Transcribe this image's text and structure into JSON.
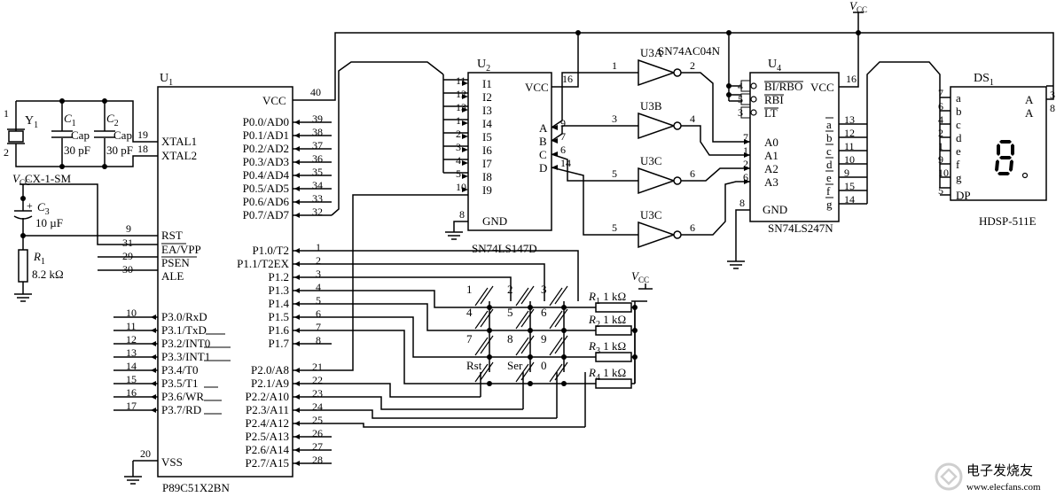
{
  "vcc_label": "V",
  "vcc_sub": "CC",
  "u1": {
    "ref": "U",
    "ref_sub": "1",
    "part": "P89C51X2BN",
    "vcc": {
      "name": "VCC",
      "pin": "40"
    },
    "xtal1": {
      "name": "XTAL1",
      "pin": "19"
    },
    "xtal2": {
      "name": "XTAL2",
      "pin": "18"
    },
    "rst": {
      "name": "RST",
      "pin": "9"
    },
    "ea": {
      "name": "EA/VPP",
      "pin": "31"
    },
    "psen": {
      "name": "PSEN",
      "pin": "29"
    },
    "ale": {
      "name": "ALE",
      "pin": "30"
    },
    "vss": {
      "name": "VSS",
      "pin": "20"
    },
    "port0": [
      {
        "name": "P0.0/AD0",
        "pin": "39"
      },
      {
        "name": "P0.1/AD1",
        "pin": "38"
      },
      {
        "name": "P0.2/AD2",
        "pin": "37"
      },
      {
        "name": "P0.3/AD3",
        "pin": "36"
      },
      {
        "name": "P0.4/AD4",
        "pin": "35"
      },
      {
        "name": "P0.5/AD5",
        "pin": "34"
      },
      {
        "name": "P0.6/AD6",
        "pin": "33"
      },
      {
        "name": "P0.7/AD7",
        "pin": "32"
      }
    ],
    "port1": [
      {
        "name": "P1.0/T2",
        "pin": "1"
      },
      {
        "name": "P1.1/T2EX",
        "pin": "2"
      },
      {
        "name": "P1.2",
        "pin": "3"
      },
      {
        "name": "P1.3",
        "pin": "4"
      },
      {
        "name": "P1.4",
        "pin": "5"
      },
      {
        "name": "P1.5",
        "pin": "6"
      },
      {
        "name": "P1.6",
        "pin": "7"
      },
      {
        "name": "P1.7",
        "pin": "8"
      }
    ],
    "port2": [
      {
        "name": "P2.0/A8",
        "pin": "21"
      },
      {
        "name": "P2.1/A9",
        "pin": "22"
      },
      {
        "name": "P2.2/A10",
        "pin": "23"
      },
      {
        "name": "P2.3/A11",
        "pin": "24"
      },
      {
        "name": "P2.4/A12",
        "pin": "25"
      },
      {
        "name": "P2.5/A13",
        "pin": "26"
      },
      {
        "name": "P2.6/A14",
        "pin": "27"
      },
      {
        "name": "P2.7/A15",
        "pin": "28"
      }
    ],
    "port3": [
      {
        "name": "P3.0/RxD",
        "pin": "10"
      },
      {
        "name": "P3.1/TxD",
        "pin": "11"
      },
      {
        "name": "P3.2/INT0",
        "pin": "12"
      },
      {
        "name": "P3.3/INT1",
        "pin": "13"
      },
      {
        "name": "P3.4/T0",
        "pin": "14"
      },
      {
        "name": "P3.5/T1",
        "pin": "15"
      },
      {
        "name": "P3.6/WR",
        "pin": "16"
      },
      {
        "name": "P3.7/RD",
        "pin": "17"
      }
    ]
  },
  "crystal": {
    "ref": "Y",
    "ref_sub": "1",
    "part": "CX-1-SM",
    "pin1": "1",
    "pin2": "2",
    "c1": {
      "ref": "C",
      "sub": "1",
      "type": "Cap",
      "value": "30 pF"
    },
    "c2": {
      "ref": "C",
      "sub": "2",
      "type": "Cap",
      "value": "30 pF"
    }
  },
  "reset": {
    "c3": {
      "ref": "C",
      "sub": "3",
      "value": "10 µF",
      "polarity": "+"
    },
    "r1": {
      "ref": "R",
      "sub": "1",
      "value": "8.2 kΩ"
    }
  },
  "u2": {
    "ref": "U",
    "ref_sub": "2",
    "part": "SN74LS147D",
    "vcc": {
      "name": "VCC",
      "pin": "16"
    },
    "gnd": {
      "name": "GND",
      "pin": "8"
    },
    "inputs": [
      {
        "name": "I1",
        "pin": "11"
      },
      {
        "name": "I2",
        "pin": "12"
      },
      {
        "name": "I3",
        "pin": "13"
      },
      {
        "name": "I4",
        "pin": "1"
      },
      {
        "name": "I5",
        "pin": "2"
      },
      {
        "name": "I6",
        "pin": "3"
      },
      {
        "name": "I7",
        "pin": "4"
      },
      {
        "name": "I8",
        "pin": "5"
      },
      {
        "name": "I9",
        "pin": "10"
      }
    ],
    "outputs": [
      {
        "name": "A",
        "pin": "9"
      },
      {
        "name": "B",
        "pin": "7"
      },
      {
        "name": "C",
        "pin": "6"
      },
      {
        "name": "D",
        "pin": "14"
      }
    ]
  },
  "inverters": {
    "part": "SN74AC04N",
    "gates": [
      {
        "ref": "U3A",
        "in": "1",
        "out": "2"
      },
      {
        "ref": "U3B",
        "in": "3",
        "out": "4"
      },
      {
        "ref": "U3C",
        "in": "5",
        "out": "6"
      },
      {
        "ref": "U3C",
        "in": "5",
        "out": "6"
      }
    ]
  },
  "u4": {
    "ref": "U",
    "ref_sub": "4",
    "part": "SN74LS247N",
    "vcc": {
      "name": "VCC",
      "pin": "16"
    },
    "gnd": {
      "name": "GND",
      "pin": "8"
    },
    "control": [
      {
        "name": "BI/RBO",
        "pin": "4"
      },
      {
        "name": "RBI",
        "pin": "5"
      },
      {
        "name": "LT",
        "pin": "3"
      }
    ],
    "inputs": [
      {
        "name": "A0",
        "pin": "7"
      },
      {
        "name": "A1",
        "pin": "1"
      },
      {
        "name": "A2",
        "pin": "2"
      },
      {
        "name": "A3",
        "pin": "6"
      }
    ],
    "outputs": [
      {
        "name": "a",
        "pin": "13"
      },
      {
        "name": "b",
        "pin": "12"
      },
      {
        "name": "c",
        "pin": "11"
      },
      {
        "name": "d",
        "pin": "10"
      },
      {
        "name": "e",
        "pin": "9"
      },
      {
        "name": "f",
        "pin": "15"
      },
      {
        "name": "g",
        "pin": "14"
      }
    ]
  },
  "ds1": {
    "ref": "DS",
    "ref_sub": "1",
    "part": "HDSP-511E",
    "segments": [
      {
        "name": "a",
        "pin": "7"
      },
      {
        "name": "b",
        "pin": "6"
      },
      {
        "name": "c",
        "pin": "4"
      },
      {
        "name": "d",
        "pin": "2"
      },
      {
        "name": "e",
        "pin": "1"
      },
      {
        "name": "f",
        "pin": "9"
      },
      {
        "name": "g",
        "pin": "10"
      },
      {
        "name": "DP",
        "pin": "5"
      }
    ],
    "anodes": [
      {
        "name": "A",
        "pin": "3"
      },
      {
        "name": "A",
        "pin": "8"
      }
    ]
  },
  "keypad": {
    "keys": [
      "1",
      "2",
      "3",
      "4",
      "5",
      "6",
      "7",
      "8",
      "9",
      "Rst",
      "Ser",
      "0"
    ],
    "resistors": [
      {
        "ref": "R",
        "sub": "1",
        "value": "1 kΩ"
      },
      {
        "ref": "R",
        "sub": "2",
        "value": "1 kΩ"
      },
      {
        "ref": "R",
        "sub": "3",
        "value": "1 kΩ"
      },
      {
        "ref": "R",
        "sub": "4",
        "value": "1 kΩ"
      }
    ]
  },
  "watermark": {
    "line1": "电子发烧友",
    "line2": "www.elecfans.com"
  }
}
